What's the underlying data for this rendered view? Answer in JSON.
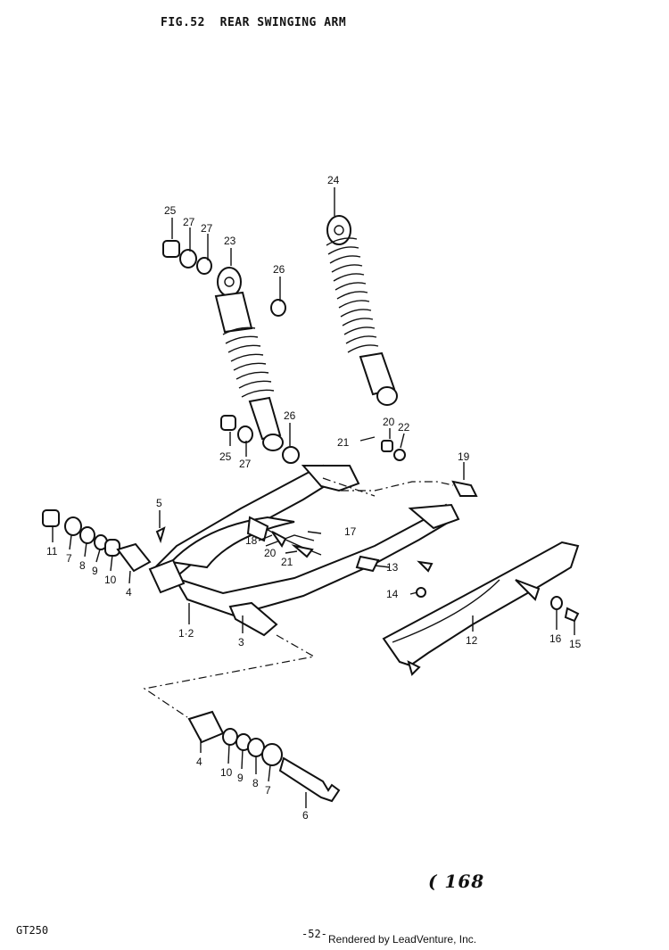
{
  "figure": {
    "number": "FIG.52",
    "title": "REAR SWINGING ARM"
  },
  "callouts": [
    {
      "id": "c1",
      "label": "25"
    },
    {
      "id": "c2",
      "label": "27"
    },
    {
      "id": "c3",
      "label": "27"
    },
    {
      "id": "c4",
      "label": "23"
    },
    {
      "id": "c5",
      "label": "26"
    },
    {
      "id": "c6",
      "label": "24"
    },
    {
      "id": "c7",
      "label": "26"
    },
    {
      "id": "c8",
      "label": "25"
    },
    {
      "id": "c9",
      "label": "27"
    },
    {
      "id": "c10",
      "label": "20"
    },
    {
      "id": "c11",
      "label": "22"
    },
    {
      "id": "c12",
      "label": "21"
    },
    {
      "id": "c13",
      "label": "19"
    },
    {
      "id": "c14",
      "label": "5"
    },
    {
      "id": "c15",
      "label": "17"
    },
    {
      "id": "c16",
      "label": "18"
    },
    {
      "id": "c17",
      "label": "20"
    },
    {
      "id": "c18",
      "label": "21"
    },
    {
      "id": "c19",
      "label": "13"
    },
    {
      "id": "c20",
      "label": "14"
    },
    {
      "id": "c21",
      "label": "11"
    },
    {
      "id": "c22",
      "label": "7"
    },
    {
      "id": "c23",
      "label": "8"
    },
    {
      "id": "c24",
      "label": "9"
    },
    {
      "id": "c25",
      "label": "10"
    },
    {
      "id": "c26",
      "label": "4"
    },
    {
      "id": "c27",
      "label": "1·2"
    },
    {
      "id": "c28",
      "label": "3"
    },
    {
      "id": "c29",
      "label": "12"
    },
    {
      "id": "c30",
      "label": "16"
    },
    {
      "id": "c31",
      "label": "15"
    },
    {
      "id": "c32",
      "label": "4"
    },
    {
      "id": "c33",
      "label": "10"
    },
    {
      "id": "c34",
      "label": "9"
    },
    {
      "id": "c35",
      "label": "8"
    },
    {
      "id": "c36",
      "label": "7"
    },
    {
      "id": "c37",
      "label": "6"
    }
  ],
  "page_ref": "( 168",
  "footer": {
    "model": "GT250",
    "page": "-52-",
    "rendered_by": "Rendered by LeadVenture, Inc."
  }
}
